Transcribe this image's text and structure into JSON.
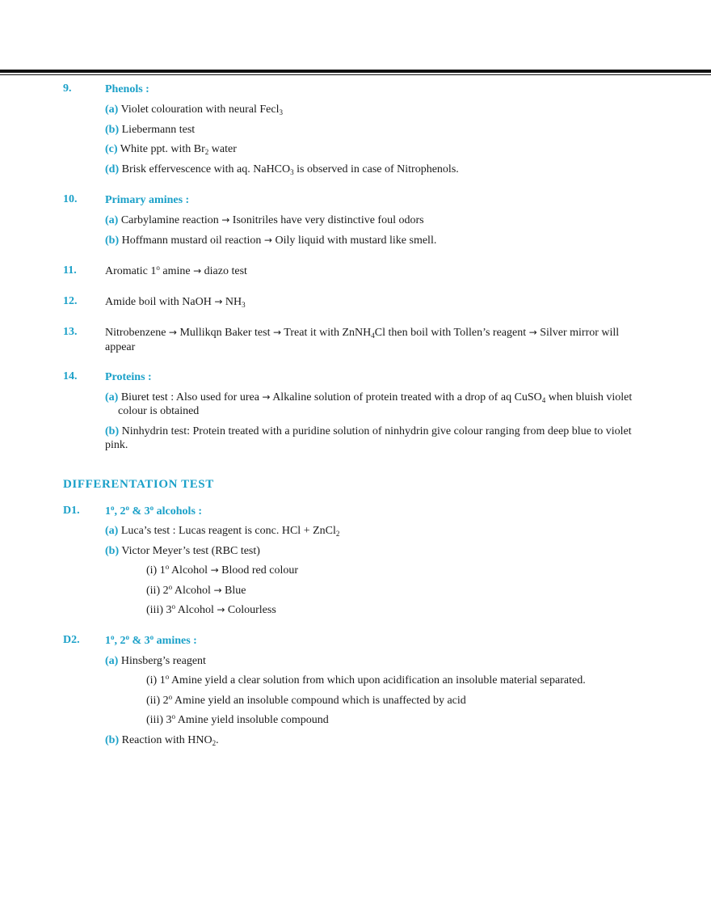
{
  "items": [
    {
      "num": "9.",
      "title": "Phenols :"
    },
    {
      "num": "10.",
      "title": "Primary amines :"
    },
    {
      "num": "11."
    },
    {
      "num": "12."
    },
    {
      "num": "13."
    },
    {
      "num": "14.",
      "title": "Proteins :"
    }
  ],
  "phenols": {
    "a_label": "(a)",
    "a_text": "Violet colouration with neural Fecl",
    "a_sub": "3",
    "b_label": "(b)",
    "b_text": "Liebermann test",
    "c_label": "(c)",
    "c_text1": "White ppt. with Br",
    "c_sub": "2",
    "c_text2": " water",
    "d_label": "(d)",
    "d_text1": "Brisk effervescence with aq. NaHCO",
    "d_sub": "3",
    "d_text2": " is observed in case of Nitrophenols."
  },
  "amines": {
    "a_label": "(a)",
    "a_text1": "Carbylamine reaction ",
    "a_text2": " Isonitriles have very distinctive foul odors",
    "b_label": "(b)",
    "b_text1": "Hoffmann mustard oil reaction ",
    "b_text2": " Oily liquid with mustard like smell."
  },
  "item11": {
    "text1": "Aromatic 1",
    "sup": "o",
    "text2": " amine ",
    "text3": " diazo test"
  },
  "item12": {
    "text1": "Amide boil with NaOH ",
    "text2": " NH",
    "sub": "3"
  },
  "item13": {
    "text1": "Nitrobenzene ",
    "text2": " Mullikqn Baker test ",
    "text3": " Treat it with ZnNH",
    "sub": "4",
    "text4": "Cl then boil with Tollen’s reagent ",
    "text5": " Silver mirror will",
    "text6": "appear"
  },
  "proteins": {
    "a_label": "(a)",
    "a_text1": "Biuret test : Also used for urea ",
    "a_text2": " Alkaline solution of protein treated with a drop of aq CuSO",
    "a_sub": "4",
    "a_text3": " when bluish violet",
    "a_text4": "colour is obtained",
    "b_label": "(b)",
    "b_text1": "Ninhydrin test: Protein treated with a puridine solution of ninhydrin give colour ranging from deep blue to violet",
    "b_text2": "pink."
  },
  "section_title": "DIFFERENTATION TEST",
  "d1": {
    "num": "D1.",
    "t1": "1",
    "s1": "o",
    "t2": ", 2",
    "s2": "o",
    "t3": " & 3",
    "s3": "o",
    "t4": " alcohols :",
    "a_label": "(a)",
    "a_text": "Luca’s test : Lucas reagent is conc. HCl + ZnCl",
    "a_sub": "2",
    "b_label": "(b)",
    "b_text": "Victor Meyer’s test (RBC test)",
    "i_pre": "(i) 1",
    "i_sup": "o",
    "i_text": " Alcohol ",
    "i_res": " Blood red colour",
    "ii_pre": "(ii) 2",
    "ii_sup": "o",
    "ii_text": " Alcohol ",
    "ii_res": " Blue",
    "iii_pre": "(iii) 3",
    "iii_sup": "o",
    "iii_text": " Alcohol ",
    "iii_res": " Colourless"
  },
  "d2": {
    "num": "D2.",
    "t1": "1",
    "s1": "o",
    "t2": ", 2",
    "s2": "o",
    "t3": " & 3",
    "s3": "o",
    "t4": " amines :",
    "a_label": "(a)",
    "a_text": "Hinsberg’s reagent",
    "i_pre": "(i) 1",
    "i_sup": "o",
    "i_text": " Amine yield a clear solution from which upon acidification an insoluble material separated.",
    "ii_pre": "(ii) 2",
    "ii_sup": "o",
    "ii_text": " Amine yield an insoluble compound which is unaffected by acid",
    "iii_pre": "(iii) 3",
    "iii_sup": "o",
    "iii_text": " Amine yield insoluble compound",
    "b_label": "(b)",
    "b_text": "Reaction with HNO",
    "b_sub": "2",
    "b_end": "."
  },
  "symbols": {
    "arrow": "→"
  }
}
